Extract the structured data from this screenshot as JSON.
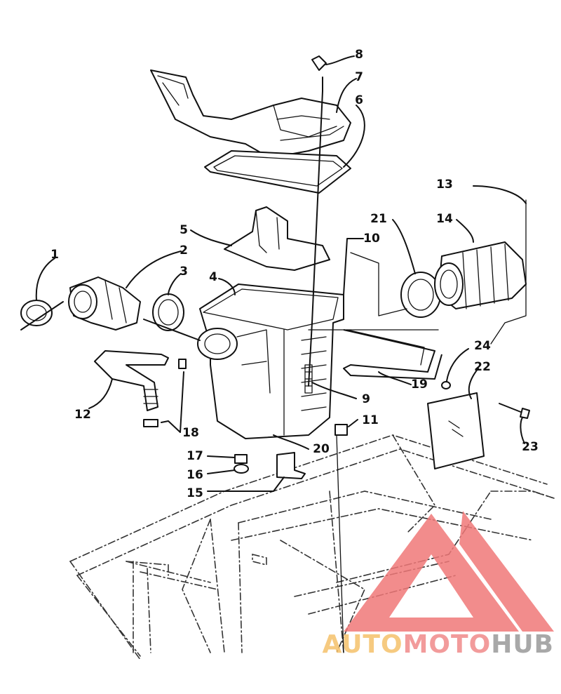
{
  "diagram": {
    "callouts": [
      {
        "id": "c1",
        "label": "1"
      },
      {
        "id": "c2",
        "label": "2"
      },
      {
        "id": "c3",
        "label": "3"
      },
      {
        "id": "c4",
        "label": "4"
      },
      {
        "id": "c5",
        "label": "5"
      },
      {
        "id": "c6",
        "label": "6"
      },
      {
        "id": "c7",
        "label": "7"
      },
      {
        "id": "c8",
        "label": "8"
      },
      {
        "id": "c9",
        "label": "9"
      },
      {
        "id": "c10",
        "label": "10"
      },
      {
        "id": "c11",
        "label": "11"
      },
      {
        "id": "c12",
        "label": "12"
      },
      {
        "id": "c13",
        "label": "13"
      },
      {
        "id": "c14",
        "label": "14"
      },
      {
        "id": "c15",
        "label": "15"
      },
      {
        "id": "c16",
        "label": "16"
      },
      {
        "id": "c17",
        "label": "17"
      },
      {
        "id": "c18",
        "label": "18"
      },
      {
        "id": "c19",
        "label": "19"
      },
      {
        "id": "c20",
        "label": "20"
      },
      {
        "id": "c21",
        "label": "21"
      },
      {
        "id": "c22",
        "label": "22"
      },
      {
        "id": "c23",
        "label": "23"
      },
      {
        "id": "c24",
        "label": "24"
      }
    ]
  },
  "watermark": {
    "parts": [
      {
        "text": "AUTO",
        "color": "#f5c16b"
      },
      {
        "text": "MOTO",
        "color": "#f08a8a"
      },
      {
        "text": "HUB",
        "color": "#9a9a9a"
      }
    ],
    "triangle_color": "#f07878"
  }
}
